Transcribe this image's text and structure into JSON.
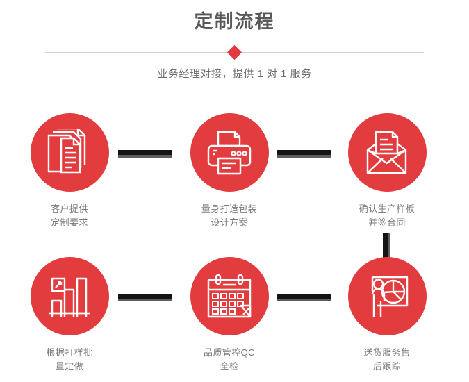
{
  "header": {
    "title": "定制流程",
    "subtitle": "业务经理对接，提供 1 对 1 服务",
    "divider_icon": "diamond-icon",
    "accent_color": "#e23c3f",
    "title_color": "#595959",
    "subtitle_color": "#6d6d6d",
    "divider_color": "#cfcfcf"
  },
  "flow": {
    "connector_color": "#141414",
    "connector_shadow_color": "#5e5e5e",
    "steps": [
      {
        "index": 1,
        "icon": "documents-stack-icon",
        "label": "客户提供\n定制要求"
      },
      {
        "index": 2,
        "icon": "printer-icon",
        "label": "量身打造包装\n设计方案"
      },
      {
        "index": 3,
        "icon": "open-envelope-icon",
        "label": "确认生产样板\n并签合同"
      },
      {
        "index": 4,
        "icon": "bar-chart-growth-icon",
        "label": "根据打样批\n量定做"
      },
      {
        "index": 5,
        "icon": "calendar-icon",
        "label": "品质管控QC\n全检"
      },
      {
        "index": 6,
        "icon": "presentation-pie-chart-icon",
        "label": "送货服务售\n后跟踪"
      }
    ]
  }
}
